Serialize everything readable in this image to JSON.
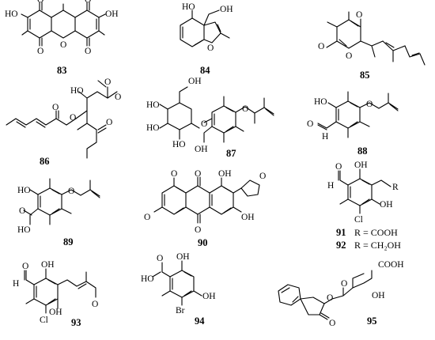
{
  "compounds": [
    {
      "label": "83"
    },
    {
      "label": "84"
    },
    {
      "label": "85"
    },
    {
      "label": "86"
    },
    {
      "label": "87"
    },
    {
      "label": "88"
    },
    {
      "label": "89"
    },
    {
      "label": "90"
    },
    {
      "label": "91",
      "substituent": "R = COOH"
    },
    {
      "label": "92",
      "substituent": "R = CH₂OH"
    },
    {
      "label": "93"
    },
    {
      "label": "94"
    },
    {
      "label": "95"
    }
  ],
  "atoms": {
    "ho": "HO",
    "oh": "OH",
    "o": "O",
    "h": "H",
    "cl": "Cl",
    "br": "Br",
    "r": "R",
    "cooh": "COOH"
  },
  "colors": {
    "ink": "#000000",
    "background": "#ffffff"
  }
}
